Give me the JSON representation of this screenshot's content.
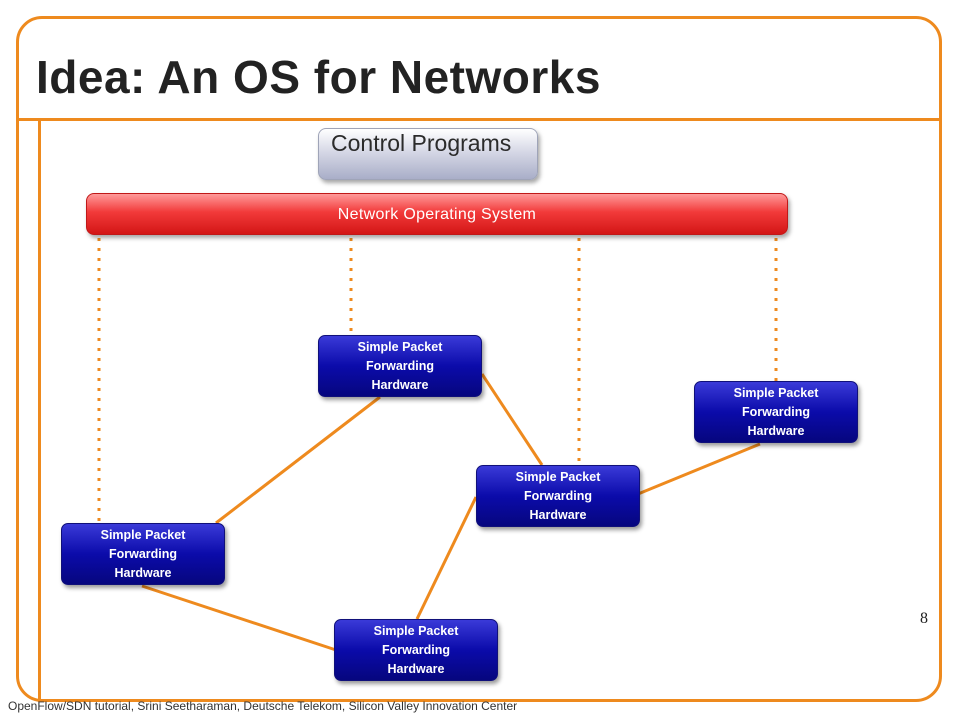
{
  "slide": {
    "title": "Idea: An OS for Networks",
    "page_number": "8",
    "footer": "OpenFlow/SDN tutorial, Srini Seetharaman, Deutsche Telekom, Silicon Valley Innovation Center"
  },
  "diagram": {
    "control_programs": "Control Programs",
    "network_os": "Network Operating System",
    "switch_label": "Simple Packet Forwarding Hardware",
    "switches": [
      {
        "id": "sw1",
        "line1": "Simple Packet",
        "line2": "Forwarding",
        "line3": "Hardware"
      },
      {
        "id": "sw2",
        "line1": "Simple Packet",
        "line2": "Forwarding",
        "line3": "Hardware"
      },
      {
        "id": "sw3",
        "line1": "Simple Packet",
        "line2": "Forwarding",
        "line3": "Hardware"
      },
      {
        "id": "sw4",
        "line1": "Simple Packet",
        "line2": "Forwarding",
        "line3": "Hardware"
      },
      {
        "id": "sw5",
        "line1": "Simple Packet",
        "line2": "Forwarding",
        "line3": "Hardware"
      }
    ],
    "links": [
      [
        "sw1",
        "sw3"
      ],
      [
        "sw1",
        "sw5"
      ],
      [
        "sw2",
        "sw3"
      ],
      [
        "sw2",
        "sw4"
      ],
      [
        "sw2",
        "sw5"
      ]
    ],
    "control_links": [
      "sw1",
      "sw3",
      "sw2",
      "sw4"
    ],
    "colors": {
      "accent": "#ee8a1e",
      "nos": "#e32626",
      "switch": "#0b0baa",
      "control_programs": "#b8bccf"
    }
  }
}
